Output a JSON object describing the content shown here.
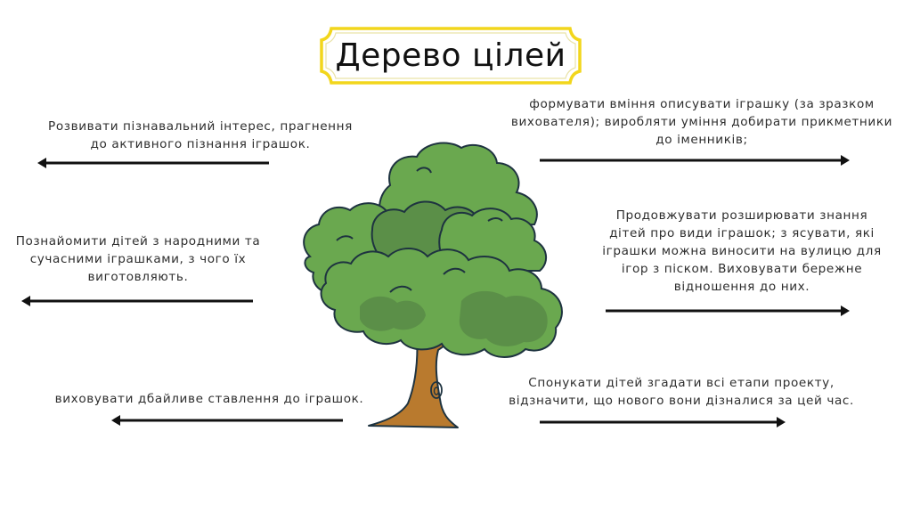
{
  "title": "Дерево цілей",
  "colors": {
    "frame_outer": "#f2d61c",
    "frame_inner": "#e9e3a8",
    "text": "#2d2d2d",
    "arrow": "#111111",
    "leaf_light": "#6aa84f",
    "leaf_dark": "#5b8f48",
    "leaf_outline": "#1e3340",
    "trunk": "#b97a2e"
  },
  "goals_left": [
    {
      "text": "Розвивати пізнавальний інтерес, прагнення\nдо активного пізнання  іграшок.",
      "arrow_direction": "left"
    },
    {
      "text": "Познайомити дітей з народними  та\nсучасними іграшками, з чого їх\nвиготовляють.",
      "arrow_direction": "left"
    },
    {
      "text": "виховувати дбайливе ставлення до іграшок.",
      "arrow_direction": "left"
    }
  ],
  "goals_right": [
    {
      "text": "формувати вміння описувати іграшку (за зразком\nвихователя); виробляти уміння добирати прикметники\nдо іменників;",
      "arrow_direction": "right"
    },
    {
      "text": "Продовжувати   розширювати знання\nдітей про види іграшок; з ясувати, які\nіграшки можна  виносити на вулицю для\nігор з піском. Виховувати бережне\nвідношення до них.",
      "arrow_direction": "right"
    },
    {
      "text": "Спонукати дітей згадати всі етапи проекту,\nвідзначити, що нового вони дізналися за цей час.",
      "arrow_direction": "right"
    }
  ],
  "center_image": "tree-illustration"
}
